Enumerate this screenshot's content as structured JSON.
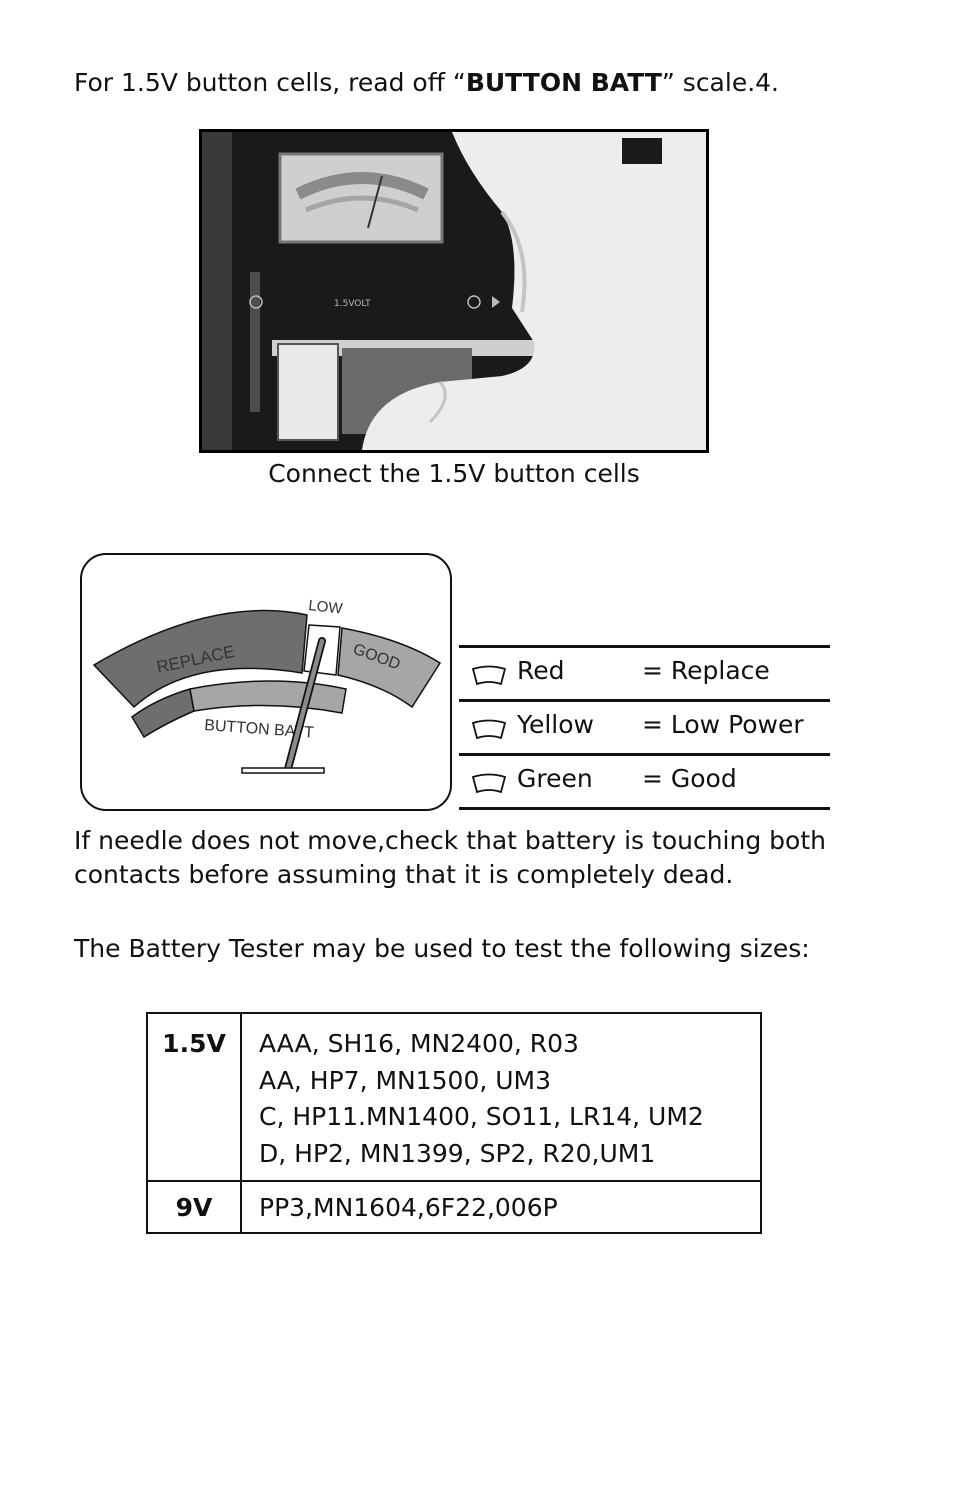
{
  "intro": {
    "prefix": "For 1.5V button cells, read off “",
    "bold": "BUTTON BATT",
    "suffix": "” scale.4."
  },
  "figure": {
    "caption": "Connect the 1.5V button cells",
    "device_label": "1.5VOLT"
  },
  "meter": {
    "labels": {
      "low": "LOW",
      "replace": "REPLACE",
      "good": "GOOD",
      "button_batt": "BUTTON BATT"
    }
  },
  "legend": [
    {
      "color": "Red",
      "meaning": "= Replace"
    },
    {
      "color": "Yellow",
      "meaning": "= Low Power"
    },
    {
      "color": "Green",
      "meaning": "= Good"
    }
  ],
  "paragraphs": {
    "needle": "If needle does not move,check that battery is touching both contacts before assuming that it is completely dead.",
    "sizes_intro": "The Battery Tester may be used to test the following sizes:"
  },
  "sizes_table": [
    {
      "voltage": "1.5V",
      "models": [
        "AAA, SH16, MN2400, R03",
        "AA, HP7, MN1500, UM3",
        "C, HP11.MN1400, SO11, LR14, UM2",
        "D, HP2, MN1399, SP2, R20,UM1"
      ]
    },
    {
      "voltage": "9V",
      "models": [
        "PP3,MN1604,6F22,006P"
      ]
    }
  ]
}
